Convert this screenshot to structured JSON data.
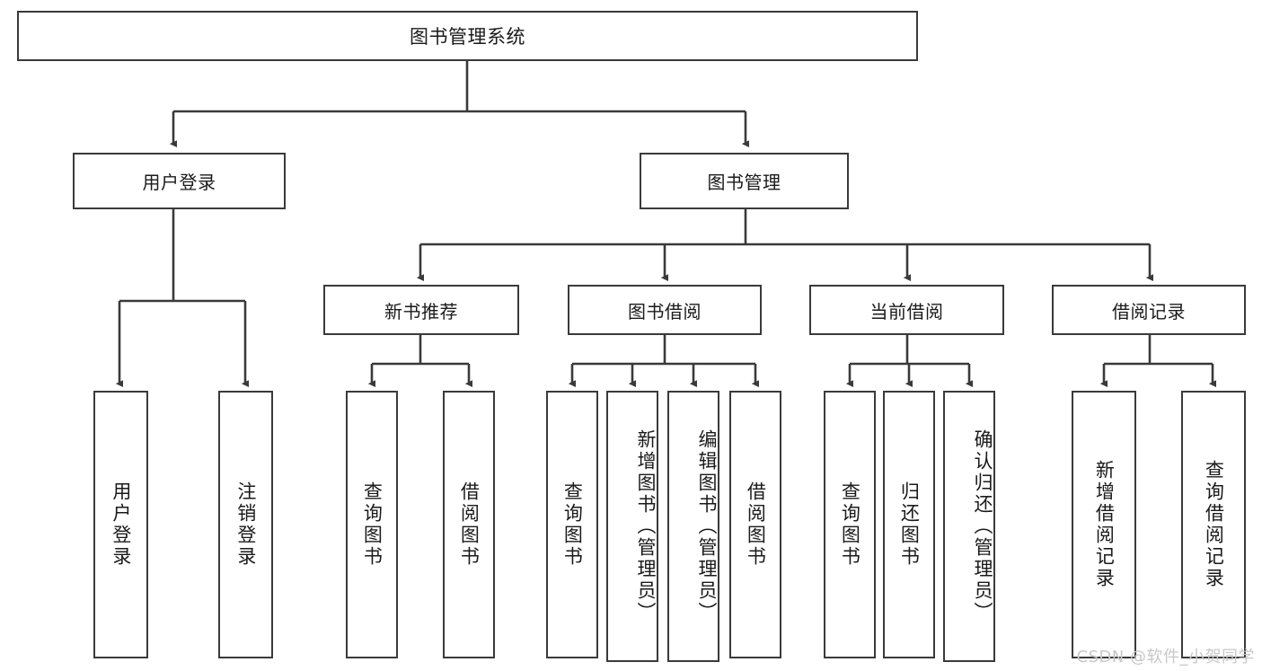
{
  "diagram": {
    "title_node": {
      "id": "root",
      "label": "图书管理系统"
    },
    "level1": [
      {
        "id": "user-login",
        "label": "用户登录"
      },
      {
        "id": "book-manage",
        "label": "图书管理"
      }
    ],
    "level2": [
      {
        "id": "new-book-rec",
        "label": "新书推荐"
      },
      {
        "id": "book-borrow",
        "label": "图书借阅"
      },
      {
        "id": "current-borrow",
        "label": "当前借阅"
      },
      {
        "id": "borrow-record",
        "label": "借阅记录"
      }
    ],
    "leaves": [
      {
        "id": "leaf-user-login",
        "label": "用户登录",
        "parent": "user-login"
      },
      {
        "id": "leaf-user-logout",
        "label": "注销登录",
        "parent": "user-login"
      },
      {
        "id": "leaf-query-book-1",
        "label": "查询图书",
        "parent": "new-book-rec"
      },
      {
        "id": "leaf-borrow-book-1",
        "label": "借阅图书",
        "parent": "new-book-rec"
      },
      {
        "id": "leaf-query-book-2",
        "label": "查询图书",
        "parent": "book-borrow"
      },
      {
        "id": "leaf-add-book",
        "label": "新增图书（管理员）",
        "parent": "book-borrow"
      },
      {
        "id": "leaf-edit-book",
        "label": "编辑图书（管理员）",
        "parent": "book-borrow"
      },
      {
        "id": "leaf-borrow-book-2",
        "label": "借阅图书",
        "parent": "book-borrow"
      },
      {
        "id": "leaf-query-book-3",
        "label": "查询图书",
        "parent": "current-borrow"
      },
      {
        "id": "leaf-return-book",
        "label": "归还图书",
        "parent": "current-borrow"
      },
      {
        "id": "leaf-confirm-return",
        "label": "确认归还（管理员）",
        "parent": "current-borrow"
      },
      {
        "id": "leaf-add-record",
        "label": "新增借阅记录",
        "parent": "borrow-record"
      },
      {
        "id": "leaf-query-record",
        "label": "查询借阅记录",
        "parent": "borrow-record"
      }
    ],
    "watermark": "CSDN @软件_小贺同学",
    "colors": {
      "border": "#3a3a3a",
      "background": "#ffffff",
      "text": "#1a1a1a",
      "watermark": "#c8c8c8"
    }
  }
}
